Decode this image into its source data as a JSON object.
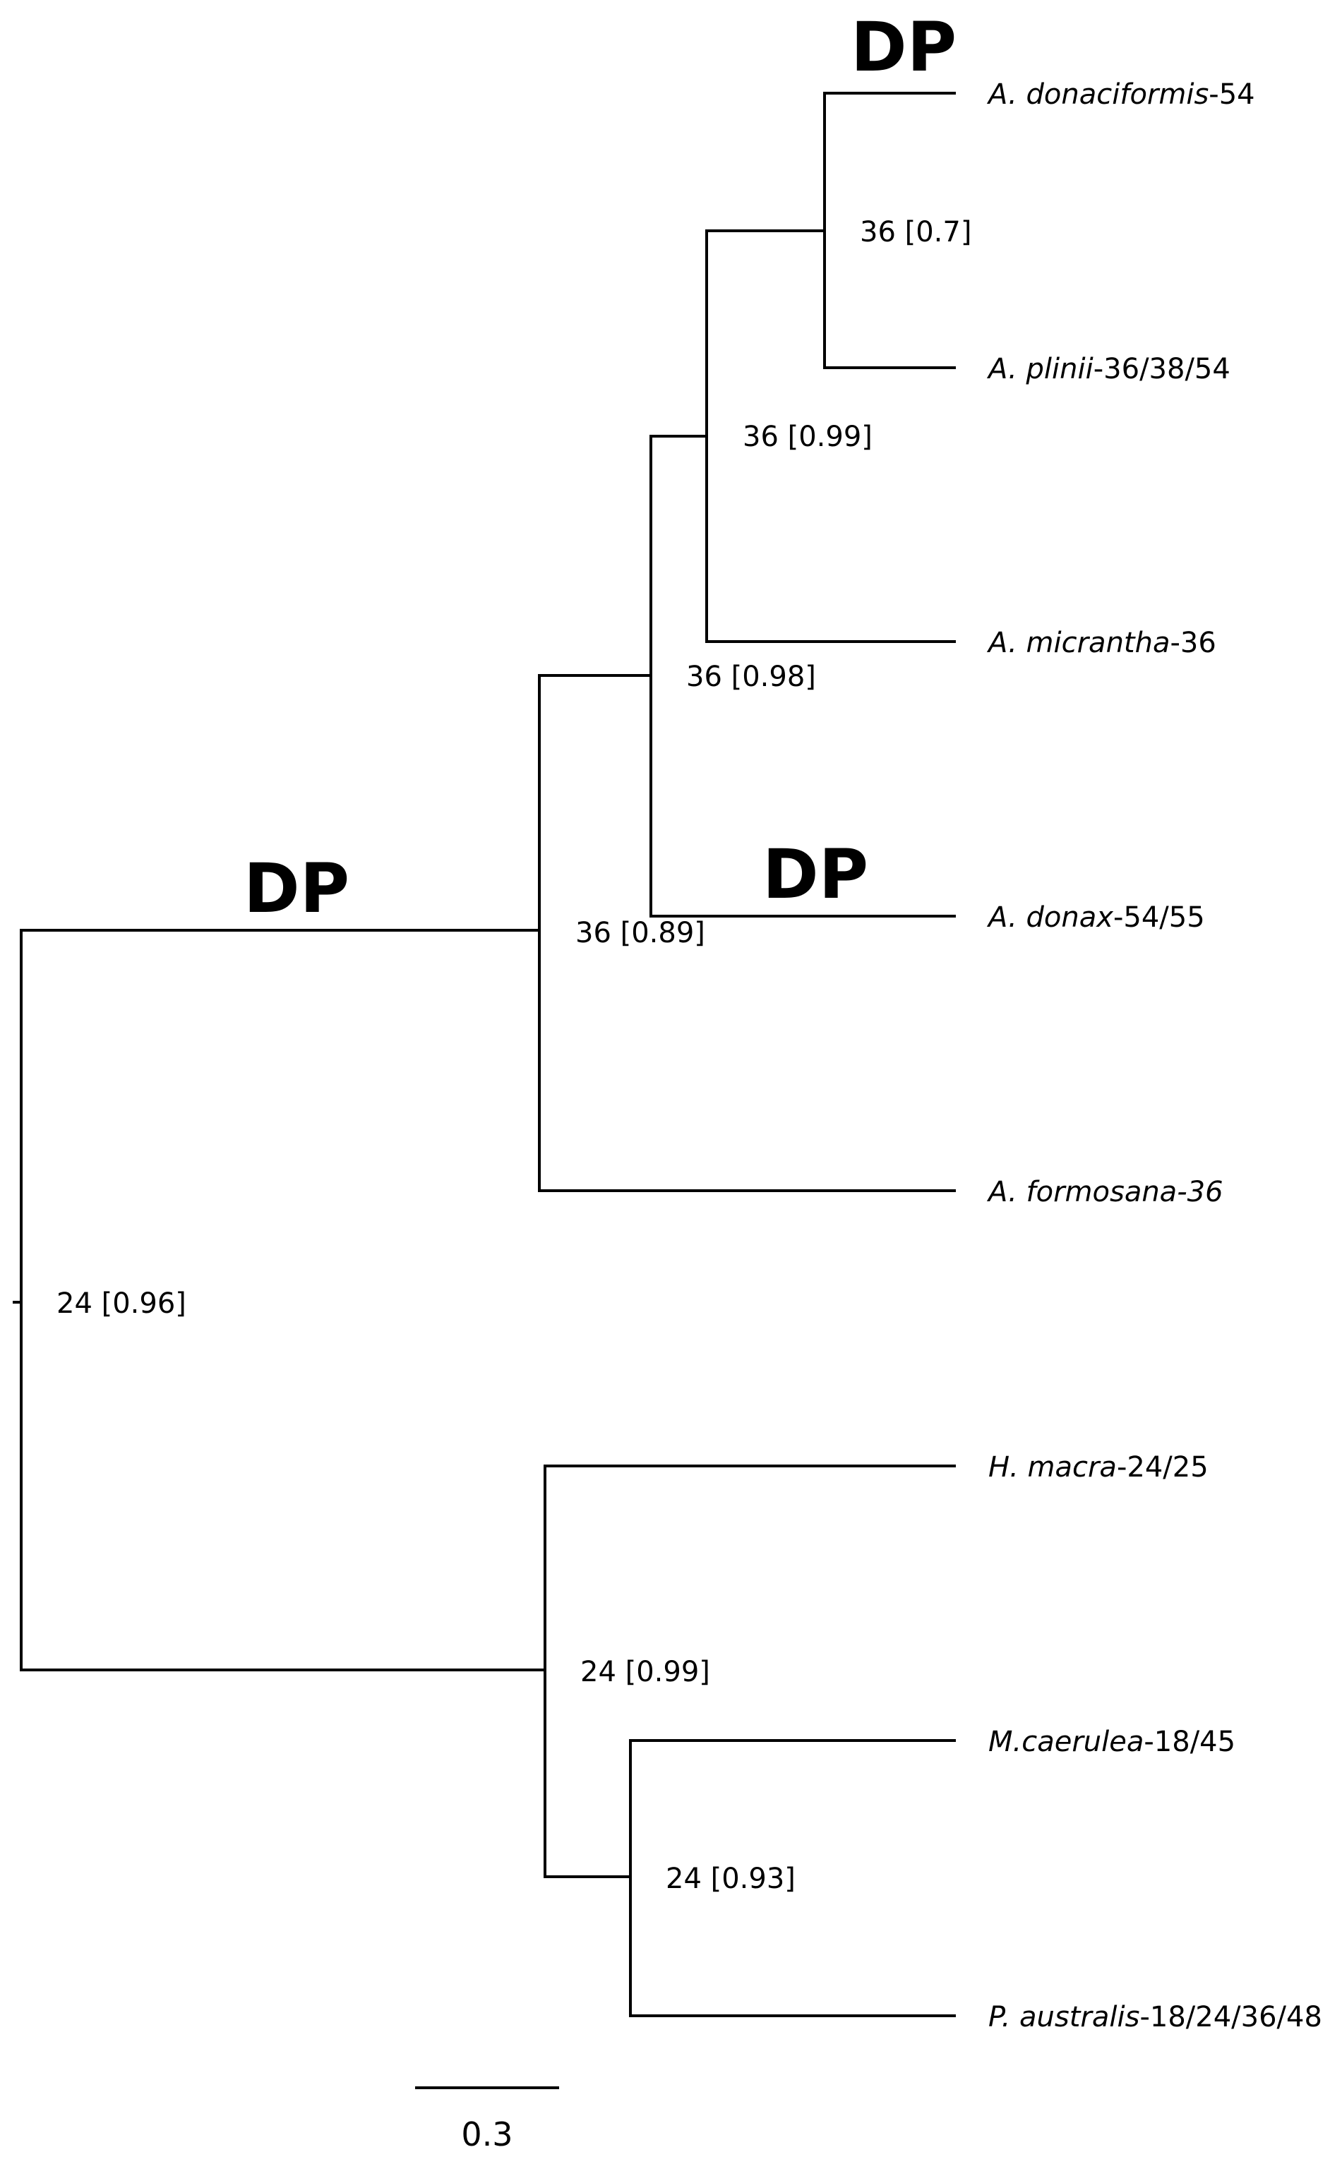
{
  "tree": {
    "tips": [
      {
        "id": "t1",
        "species": "A. donaciformis",
        "ploidy": "-54"
      },
      {
        "id": "t2",
        "species": "A. plinii",
        "ploidy": "-36/38/54"
      },
      {
        "id": "t3",
        "species": "A. micrantha",
        "ploidy": "-36"
      },
      {
        "id": "t4",
        "species": "A. donax",
        "ploidy": "-54/55"
      },
      {
        "id": "t5",
        "species": "A. formosana-36",
        "ploidy": ""
      },
      {
        "id": "t6",
        "species": "H. macra",
        "ploidy": "-24/25"
      },
      {
        "id": "t7",
        "species": "M.caerulea",
        "ploidy": "-18/45"
      },
      {
        "id": "t8",
        "species": "P. australis",
        "ploidy": "-18/24/36/48"
      }
    ],
    "node_labels": {
      "n_don_pli": "36 [0.7]",
      "n_mic": "36 [0.99]",
      "n_donax": "36 [0.98]",
      "n_arundo": "36 [0.89]",
      "n_root": "24 [0.96]",
      "n_hmacra": "24 [0.99]",
      "n_mol_phr": "24 [0.93]"
    },
    "dp_marks": {
      "donaciformis": "DP",
      "arundo_stem": "DP",
      "donax": "DP"
    },
    "scale_bar": {
      "label": "0.3",
      "length": 0.3
    }
  }
}
